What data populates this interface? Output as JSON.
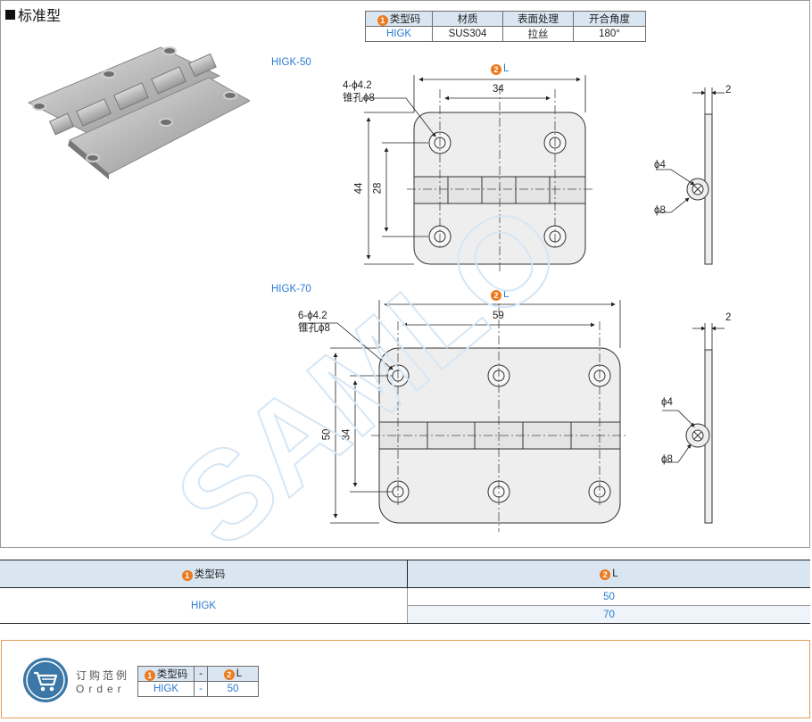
{
  "section_title": "标准型",
  "spec_table": {
    "headers": [
      "类型码",
      "材质",
      "表面处理",
      "开合角度"
    ],
    "header_marker": "1",
    "row": [
      "HIGK",
      "SUS304",
      "拉丝",
      "180°"
    ]
  },
  "drawings": [
    {
      "model": "HIGK-50",
      "L_marker": "2",
      "L_label": "L",
      "hole_note_1": "4-ϕ4.2",
      "hole_note_2": "锥孔ϕ8",
      "dim_holes": "34",
      "dim_height": "44",
      "dim_hole_v": "28",
      "side_thk": "2",
      "side_d1": "ϕ4",
      "side_d2": "ϕ8"
    },
    {
      "model": "HIGK-70",
      "L_marker": "2",
      "L_label": "L",
      "hole_note_1": "6-ϕ4.2",
      "hole_note_2": "锥孔ϕ8",
      "dim_holes": "59",
      "dim_height": "50",
      "dim_hole_v": "34",
      "side_thk": "2",
      "side_d1": "ϕ4",
      "side_d2": "ϕ8"
    }
  ],
  "selection_table": {
    "col1_marker": "1",
    "col1_label": "类型码",
    "col2_marker": "2",
    "col2_label": "L",
    "type": "HIGK",
    "values": [
      "50",
      "70"
    ]
  },
  "order": {
    "title_cn": "订购范例",
    "title_en": "Order",
    "marker1": "1",
    "col1": "类型码",
    "sep": "-",
    "marker2": "2",
    "col2": "L",
    "val1": "HIGK",
    "val2": "50"
  },
  "watermark": "SAMLO",
  "colors": {
    "accent_blue": "#2a7bd0",
    "marker_orange": "#ec7a1e",
    "header_bg": "#d9e6f2",
    "order_border": "#e59b55"
  }
}
